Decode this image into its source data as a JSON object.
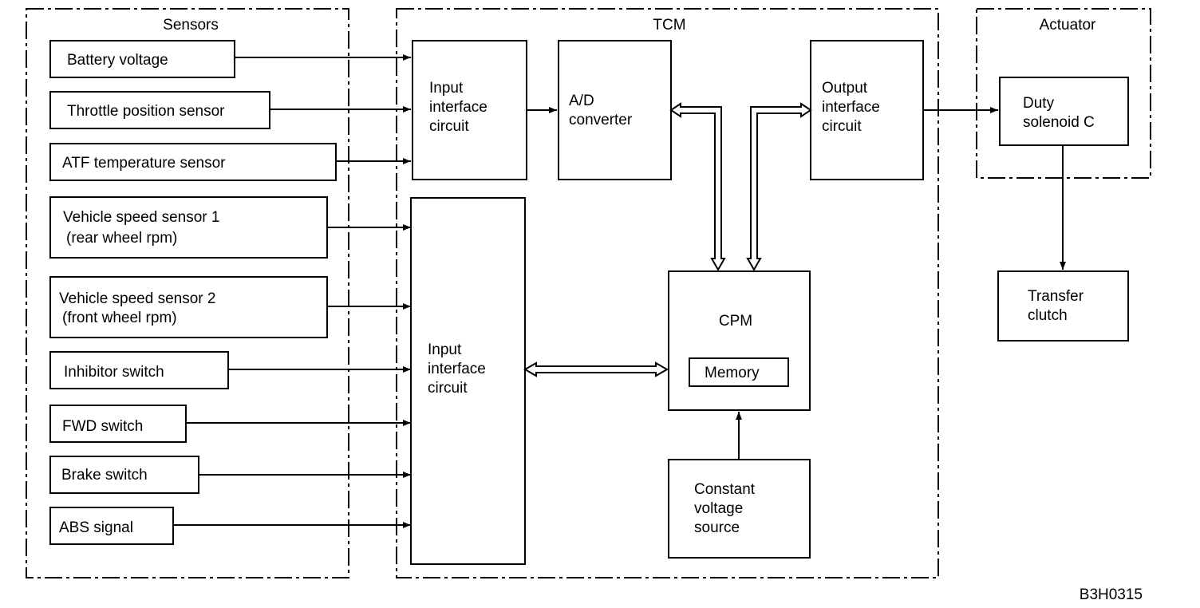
{
  "groups": {
    "sensors": "Sensors",
    "tcm": "TCM",
    "actuator": "Actuator"
  },
  "sensors": [
    {
      "id": "battery",
      "lines": [
        "Battery voltage"
      ]
    },
    {
      "id": "tps",
      "lines": [
        "Throttle position sensor"
      ]
    },
    {
      "id": "atf",
      "lines": [
        "ATF temperature sensor"
      ]
    },
    {
      "id": "vss1",
      "lines": [
        "Vehicle speed sensor 1",
        "(rear wheel rpm)"
      ]
    },
    {
      "id": "vss2",
      "lines": [
        "Vehicle speed sensor 2",
        "(front wheel rpm)"
      ]
    },
    {
      "id": "inhibitor",
      "lines": [
        "Inhibitor switch"
      ]
    },
    {
      "id": "fwd",
      "lines": [
        "FWD switch"
      ]
    },
    {
      "id": "brake",
      "lines": [
        "Brake switch"
      ]
    },
    {
      "id": "abs",
      "lines": [
        "ABS signal"
      ]
    }
  ],
  "tcm": {
    "input_interface_1": [
      "Input",
      "interface",
      "circuit"
    ],
    "input_interface_2": [
      "Input",
      "interface",
      "circuit"
    ],
    "ad_converter": [
      "A/D",
      "converter"
    ],
    "output_interface": [
      "Output",
      "interface",
      "circuit"
    ],
    "cpm": "CPM",
    "memory": "Memory",
    "constant_voltage": [
      "Constant",
      "voltage",
      "source"
    ]
  },
  "actuator": {
    "duty_solenoid": [
      "Duty",
      "solenoid C"
    ],
    "transfer_clutch": [
      "Transfer",
      "clutch"
    ]
  },
  "figure_code": "B3H0315"
}
